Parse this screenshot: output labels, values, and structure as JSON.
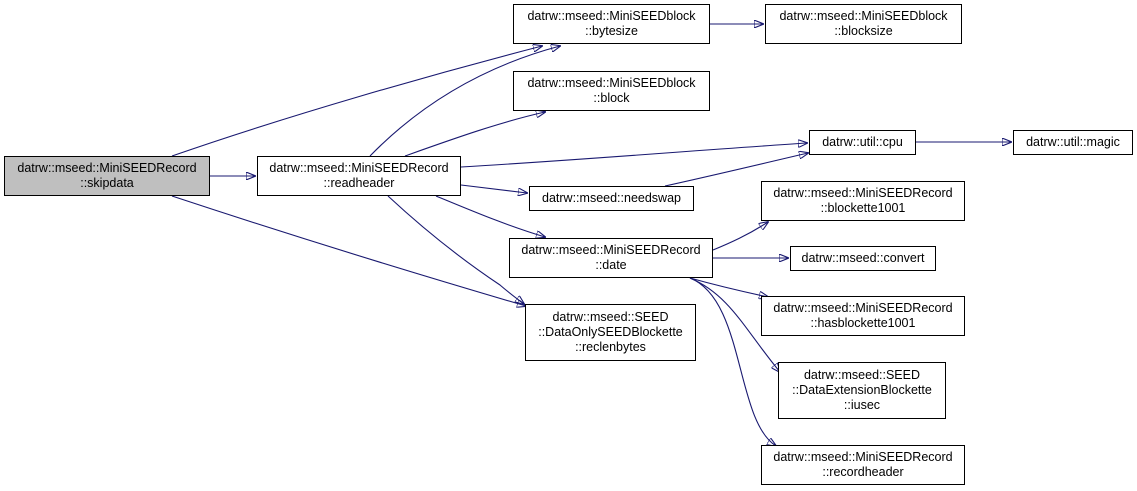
{
  "graph": {
    "style": {
      "edge_color": "#191970",
      "node_border": "#000000",
      "root_fill": "#bfbfbf",
      "node_fill": "#ffffff"
    },
    "nodes": {
      "skipdata": {
        "lines": [
          "datrw::mseed::MiniSEEDRecord",
          "::skipdata"
        ]
      },
      "readheader": {
        "lines": [
          "datrw::mseed::MiniSEEDRecord",
          "::readheader"
        ]
      },
      "bytesize": {
        "lines": [
          "datrw::mseed::MiniSEEDblock",
          "::bytesize"
        ]
      },
      "blocksize": {
        "lines": [
          "datrw::mseed::MiniSEEDblock",
          "::blocksize"
        ]
      },
      "block": {
        "lines": [
          "datrw::mseed::MiniSEEDblock",
          "::block"
        ]
      },
      "cpu": {
        "lines": [
          "datrw::util::cpu"
        ]
      },
      "magic": {
        "lines": [
          "datrw::util::magic"
        ]
      },
      "needswap": {
        "lines": [
          "datrw::mseed::needswap"
        ]
      },
      "date": {
        "lines": [
          "datrw::mseed::MiniSEEDRecord",
          "::date"
        ]
      },
      "blockette1001": {
        "lines": [
          "datrw::mseed::MiniSEEDRecord",
          "::blockette1001"
        ]
      },
      "convert": {
        "lines": [
          "datrw::mseed::convert"
        ]
      },
      "hasblockette1001": {
        "lines": [
          "datrw::mseed::MiniSEEDRecord",
          "::hasblockette1001"
        ]
      },
      "reclenbytes": {
        "lines": [
          "datrw::mseed::SEED",
          "::DataOnlySEEDBlockette",
          "::reclenbytes"
        ]
      },
      "iusec": {
        "lines": [
          "datrw::mseed::SEED",
          "::DataExtensionBlockette",
          "::iusec"
        ]
      },
      "recordheader": {
        "lines": [
          "datrw::mseed::MiniSEEDRecord",
          "::recordheader"
        ]
      }
    },
    "edges": [
      {
        "from": "skipdata",
        "to": "bytesize"
      },
      {
        "from": "skipdata",
        "to": "readheader"
      },
      {
        "from": "skipdata",
        "to": "reclenbytes"
      },
      {
        "from": "readheader",
        "to": "bytesize"
      },
      {
        "from": "readheader",
        "to": "block"
      },
      {
        "from": "readheader",
        "to": "cpu"
      },
      {
        "from": "readheader",
        "to": "needswap"
      },
      {
        "from": "readheader",
        "to": "date"
      },
      {
        "from": "readheader",
        "to": "reclenbytes"
      },
      {
        "from": "bytesize",
        "to": "blocksize"
      },
      {
        "from": "cpu",
        "to": "magic"
      },
      {
        "from": "needswap",
        "to": "cpu"
      },
      {
        "from": "date",
        "to": "blockette1001"
      },
      {
        "from": "date",
        "to": "convert"
      },
      {
        "from": "date",
        "to": "hasblockette1001"
      },
      {
        "from": "date",
        "to": "iusec"
      },
      {
        "from": "date",
        "to": "recordheader"
      }
    ]
  }
}
